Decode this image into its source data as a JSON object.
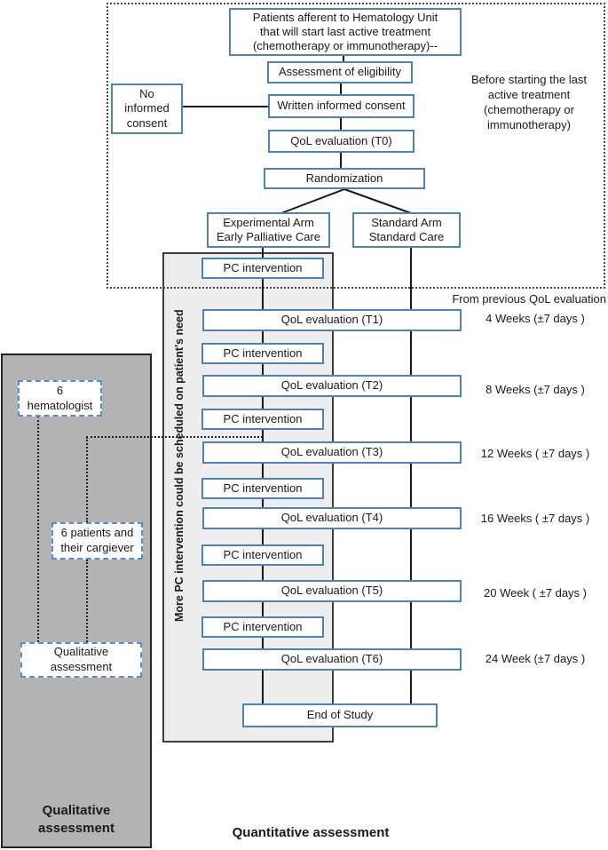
{
  "screening": {
    "patients_box": "Patients afferent to Hematology Unit\nthat will start last active treatment\n(chemotherapy or immunotherapy)--",
    "eligibility_box": "Assessment of eligibility",
    "no_consent_box": "No\ninformed\nconsent",
    "written_consent_box": "Written informed consent",
    "qol_t0_box": "QoL evaluation (T0)",
    "randomization_box": "Randomization",
    "side_note": "Before starting the last\nactive treatment\n(chemotherapy or\nimmunotherapy)"
  },
  "arms": {
    "experimental": "Experimental Arm\nEarly Palliative Care",
    "standard": "Standard Arm\nStandard Care"
  },
  "timeline": {
    "header": "From previous QoL evaluation",
    "vertical_note": "More PC intervention could be scheduled on patient's need",
    "pc_boxes": [
      "PC intervention",
      "PC intervention",
      "PC intervention",
      "PC intervention",
      "PC intervention",
      "PC intervention"
    ],
    "qol_rows": [
      {
        "label": "QoL evaluation (T1)",
        "timing": "4 Weeks  (±7 days )"
      },
      {
        "label": "QoL evaluation (T2)",
        "timing": "8 Weeks (±7 days )"
      },
      {
        "label": "QoL evaluation (T3)",
        "timing": "12 Weeks ( ±7 days )"
      },
      {
        "label": "QoL evaluation (T4)",
        "timing": "16 Weeks ( ±7 days )"
      },
      {
        "label": "QoL evaluation (T5)",
        "timing": "20 Week ( ±7 days )"
      },
      {
        "label": "QoL evaluation (T6)",
        "timing": "24 Week (±7 days )"
      }
    ],
    "end_box": "End of Study"
  },
  "qualitative": {
    "hematologist_box": "6\nhematologist",
    "caregiver_box": "6 patients and\ntheir cargiever",
    "assessment_box": "Qualitative\nassessment",
    "panel_label": "Qualitative\nassessment"
  },
  "footer": {
    "quantitative_label": "Quantitative assessment"
  },
  "colors": {
    "box_border": "#4f81bd",
    "gray_region_fill": "#ededed",
    "gray_region_border": "#3f3f3f",
    "sidebar_fill": "#b3b3b3",
    "line": "#1a1a1a"
  }
}
